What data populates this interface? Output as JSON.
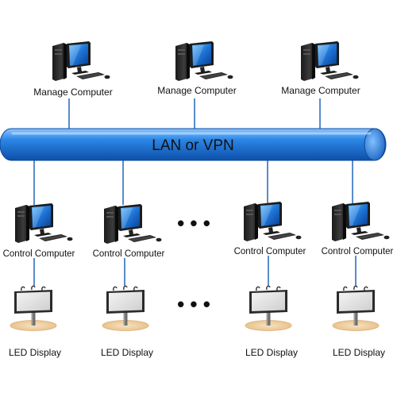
{
  "network": {
    "bus_label": "LAN or VPN"
  },
  "manage_computers": [
    {
      "label": "Manage Computer"
    },
    {
      "label": "Manage Computer"
    },
    {
      "label": "Manage Computer"
    }
  ],
  "control_computers": [
    {
      "label": "Control Computer"
    },
    {
      "label": "Control Computer"
    },
    {
      "label": "Control Computer"
    },
    {
      "label": "Control Computer"
    }
  ],
  "led_displays": [
    {
      "label": "LED Display"
    },
    {
      "label": "LED Display"
    },
    {
      "label": "LED Display"
    },
    {
      "label": "LED Display"
    }
  ],
  "ellipsis": {
    "computers": "• • •",
    "displays": "• • •"
  },
  "colors": {
    "bus_blue": "#1e73d6",
    "bus_highlight": "#9fd0ff",
    "line_blue": "#2f6fc0",
    "screen_blue": "#1b6fd0",
    "base_sand": "#f2d3a6"
  }
}
